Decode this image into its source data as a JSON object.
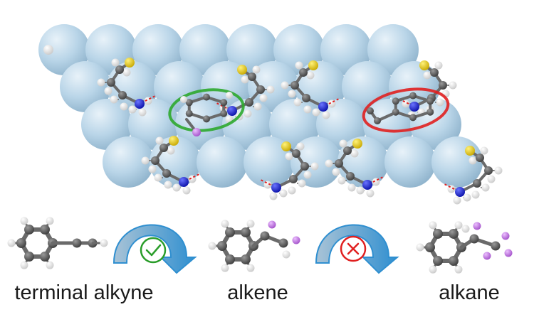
{
  "labels": {
    "reactant": "terminal alkyne",
    "intermediate": "alkene",
    "product": "alkane"
  },
  "steps": [
    {
      "result": "allowed",
      "icon": "check-icon",
      "color": "#2a9d2a"
    },
    {
      "result": "blocked",
      "icon": "cross-icon",
      "color": "#e02020"
    }
  ],
  "colors": {
    "surface_atom": "#b7d3e6",
    "carbon": "#555555",
    "hydrogen": "#ffffff",
    "nitrogen": "#1a24e0",
    "sulfur": "#e8d200",
    "deuterium": "#c87ee6",
    "highlight_allowed": "#2a9d2a",
    "highlight_blocked": "#e02020",
    "arrow": "#2f8fd0"
  }
}
